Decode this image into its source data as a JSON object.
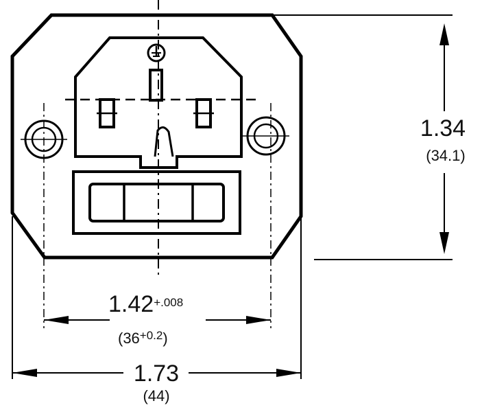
{
  "dimensions": {
    "height": {
      "value": "1.34",
      "metric": "(34.1)"
    },
    "mount_spacing": {
      "value": "1.42",
      "tolerance": "+.008",
      "metric_open": "(36",
      "metric_tolerance": "+0.2",
      "metric_close": ")"
    },
    "width": {
      "value": "1.73",
      "metric": "(44)"
    }
  },
  "colors": {
    "line": "#000000",
    "background": "#ffffff"
  },
  "symbols": {
    "earth": "earth-ground-symbol"
  }
}
